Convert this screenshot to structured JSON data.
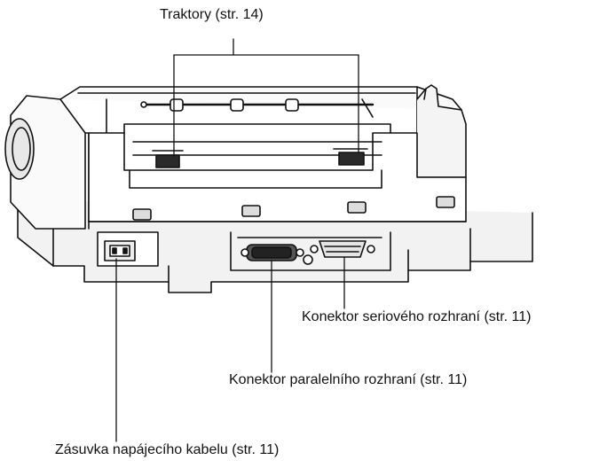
{
  "labels": {
    "tractors": "Traktory (str. 14)",
    "serial": "Konektor seriového rozhraní (str. 11)",
    "parallel": "Konektor paralelního rozhraní (str. 11)",
    "power": "Zásuvka napájecího kabelu (str. 11)"
  },
  "colors": {
    "line": "#111111",
    "body": "#ffffff",
    "shade": "#d9d9d9",
    "dark": "#3a3a3a"
  }
}
